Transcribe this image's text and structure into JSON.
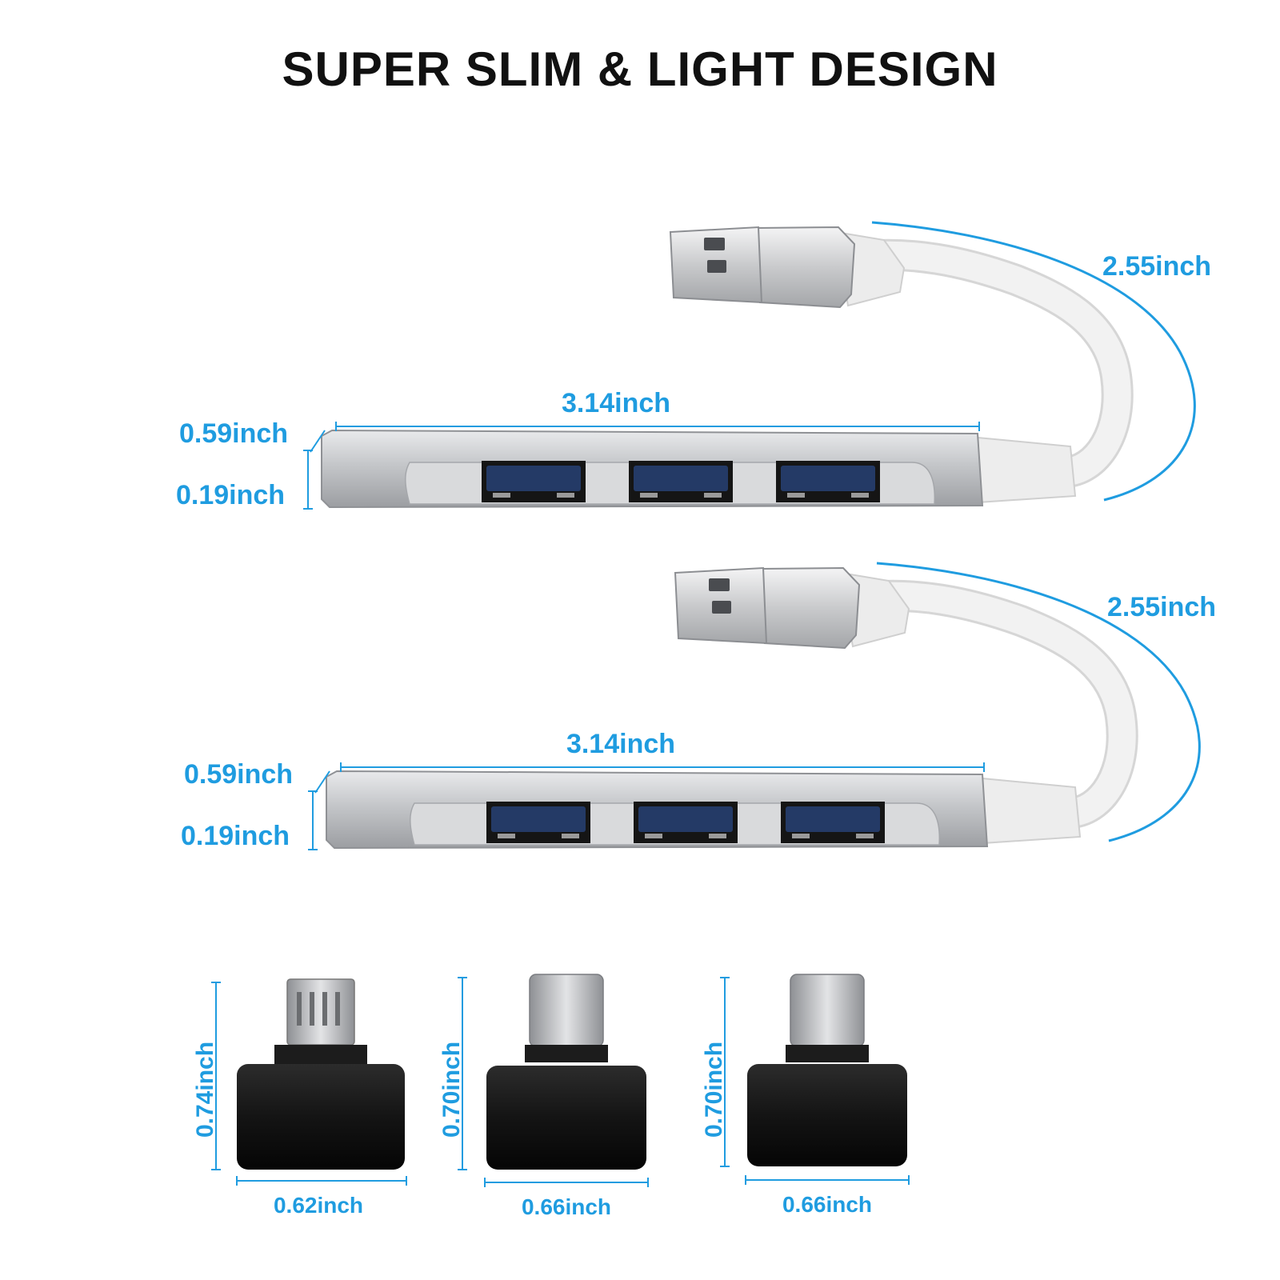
{
  "title": "SUPER SLIM & LIGHT DESIGN",
  "colors": {
    "accent": "#1f9ce0",
    "silver": "#c8c9cb",
    "cable": "#f2f2f2",
    "port_blue": "#243a66",
    "adapter_black": "#141414"
  },
  "hubs": [
    {
      "length_label": "3.14inch",
      "depth_label": "0.59inch",
      "height_label": "0.19inch",
      "cable_label": "2.55inch",
      "ports": 3
    },
    {
      "length_label": "3.14inch",
      "depth_label": "0.59inch",
      "height_label": "0.19inch",
      "cable_label": "2.55inch",
      "ports": 3
    }
  ],
  "adapters": [
    {
      "kind": "micro-usb",
      "height_label": "0.74inch",
      "width_label": "0.62inch"
    },
    {
      "kind": "usb-c",
      "height_label": "0.70inch",
      "width_label": "0.66inch"
    },
    {
      "kind": "usb-c",
      "height_label": "0.70inch",
      "width_label": "0.66inch"
    }
  ]
}
